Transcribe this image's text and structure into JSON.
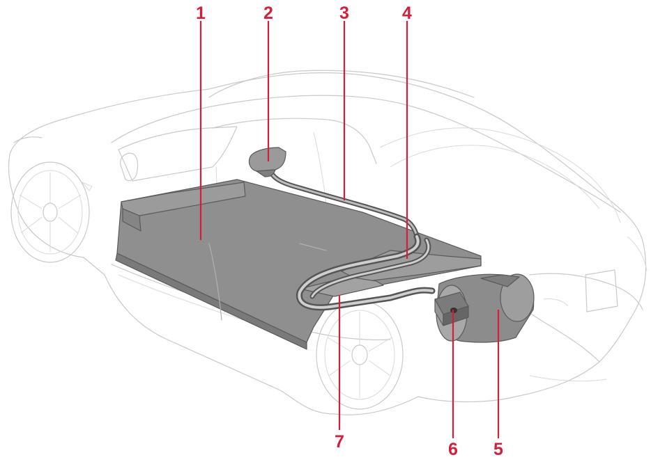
{
  "diagram": {
    "callouts": [
      {
        "id": "1",
        "label": "1"
      },
      {
        "id": "2",
        "label": "2"
      },
      {
        "id": "3",
        "label": "3"
      },
      {
        "id": "4",
        "label": "4"
      },
      {
        "id": "5",
        "label": "5"
      },
      {
        "id": "6",
        "label": "6"
      },
      {
        "id": "7",
        "label": "7"
      }
    ],
    "colors": {
      "callout": "#d51f3a",
      "component_fill": "#8f8f8f",
      "component_top": "#9b9b9b",
      "car_outline": "#c9c9c9",
      "cable": "#6d6d6d"
    }
  }
}
